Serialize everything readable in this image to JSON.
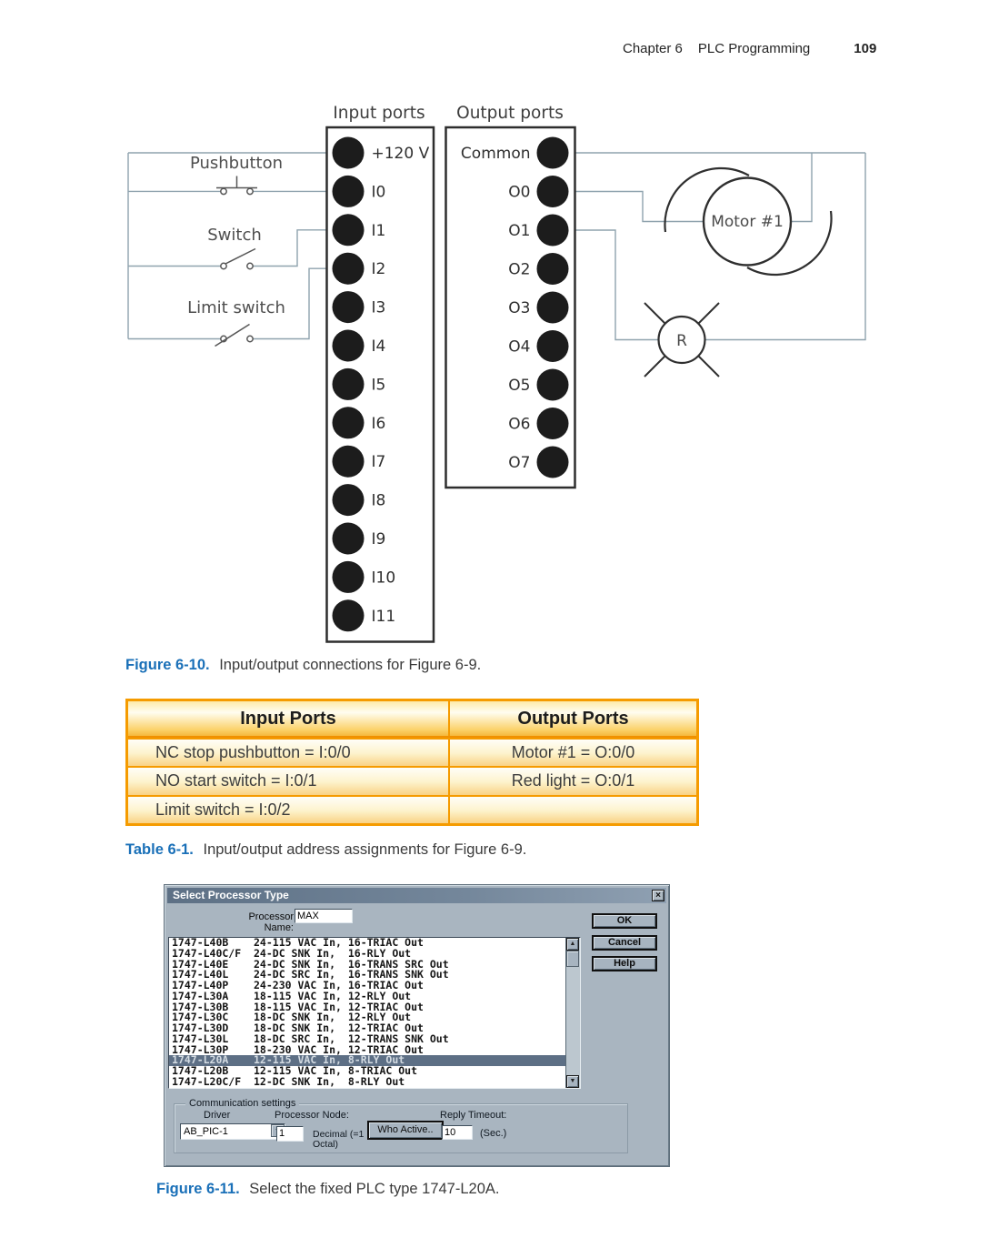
{
  "header": {
    "chapter": "Chapter 6",
    "section": "PLC Programming",
    "page_number": "109"
  },
  "diagram": {
    "input_ports_title": "Input ports",
    "output_ports_title": "Output ports",
    "input_ports": [
      "+120 V",
      "I0",
      "I1",
      "I2",
      "I3",
      "I4",
      "I5",
      "I6",
      "I7",
      "I8",
      "I9",
      "I10",
      "I11"
    ],
    "output_ports": [
      "Common",
      "O0",
      "O1",
      "O2",
      "O3",
      "O4",
      "O5",
      "O6",
      "O7"
    ],
    "labels": {
      "pushbutton": "Pushbutton",
      "switch": "Switch",
      "limit_switch": "Limit switch",
      "motor": "Motor #1",
      "red_light": "R"
    }
  },
  "figure_6_10": {
    "label": "Figure 6-10.",
    "text": "Input/output connections for Figure 6-9."
  },
  "io_table": {
    "headers": [
      "Input Ports",
      "Output Ports"
    ],
    "rows": [
      [
        "NC stop pushbutton = I:0/0",
        "Motor #1 = O:0/0"
      ],
      [
        "NO start switch = I:0/1",
        "Red light = O:0/1"
      ],
      [
        "Limit switch = I:0/2",
        ""
      ]
    ]
  },
  "table_6_1": {
    "label": "Table 6-1.",
    "text": "Input/output address assignments for Figure 6-9."
  },
  "dialog": {
    "title": "Select Processor Type",
    "close_glyph": "×",
    "processor_name_label": "Processor Name:",
    "processor_name_value": "MAX",
    "buttons": {
      "ok": "OK",
      "cancel": "Cancel",
      "help": "Help"
    },
    "processor_list": [
      "1747-L40B    24-115 VAC In, 16-TRIAC Out",
      "1747-L40C/F  24-DC SNK In,  16-RLY Out",
      "1747-L40E    24-DC SNK In,  16-TRANS SRC Out",
      "1747-L40L    24-DC SRC In,  16-TRANS SNK Out",
      "1747-L40P    24-230 VAC In, 16-TRIAC Out",
      "1747-L30A    18-115 VAC In, 12-RLY Out",
      "1747-L30B    18-115 VAC In, 12-TRIAC Out",
      "1747-L30C    18-DC SNK In,  12-RLY Out",
      "1747-L30D    18-DC SNK In,  12-TRIAC Out",
      "1747-L30L    18-DC SRC In,  12-TRANS SNK Out",
      "1747-L30P    18-230 VAC In, 12-TRIAC Out",
      "1747-L20A    12-115 VAC In, 8-RLY Out",
      "1747-L20B    12-115 VAC In, 8-TRIAC Out",
      "1747-L20C/F  12-DC SNK In,  8-RLY Out"
    ],
    "selected_index": 11,
    "scroll_up_glyph": "▲",
    "scroll_down_glyph": "▼",
    "comm": {
      "group_label": "Communication settings",
      "driver_label": "Driver",
      "driver_value": "AB_PIC-1",
      "dropdown_glyph": "▼",
      "node_label": "Processor Node:",
      "node_value": "1",
      "node_note_line1": "Decimal (=1",
      "node_note_line2": "Octal)",
      "who_active_label": "Who Active..",
      "reply_label": "Reply Timeout:",
      "reply_value": "10",
      "reply_unit": "(Sec.)"
    }
  },
  "figure_6_11": {
    "label": "Figure 6-11.",
    "text": "Select the fixed PLC type 1747-L20A."
  },
  "colors": {
    "caption_blue": "#1a70b8",
    "table_border_orange": "#f59b00",
    "wire_blue_gray": "#8fa3ae",
    "port_black": "#1c1c1c",
    "dialog_bg": "#a9b5c0",
    "titlebar_dark": "#5d7085",
    "selection_slate": "#5d6f85"
  }
}
